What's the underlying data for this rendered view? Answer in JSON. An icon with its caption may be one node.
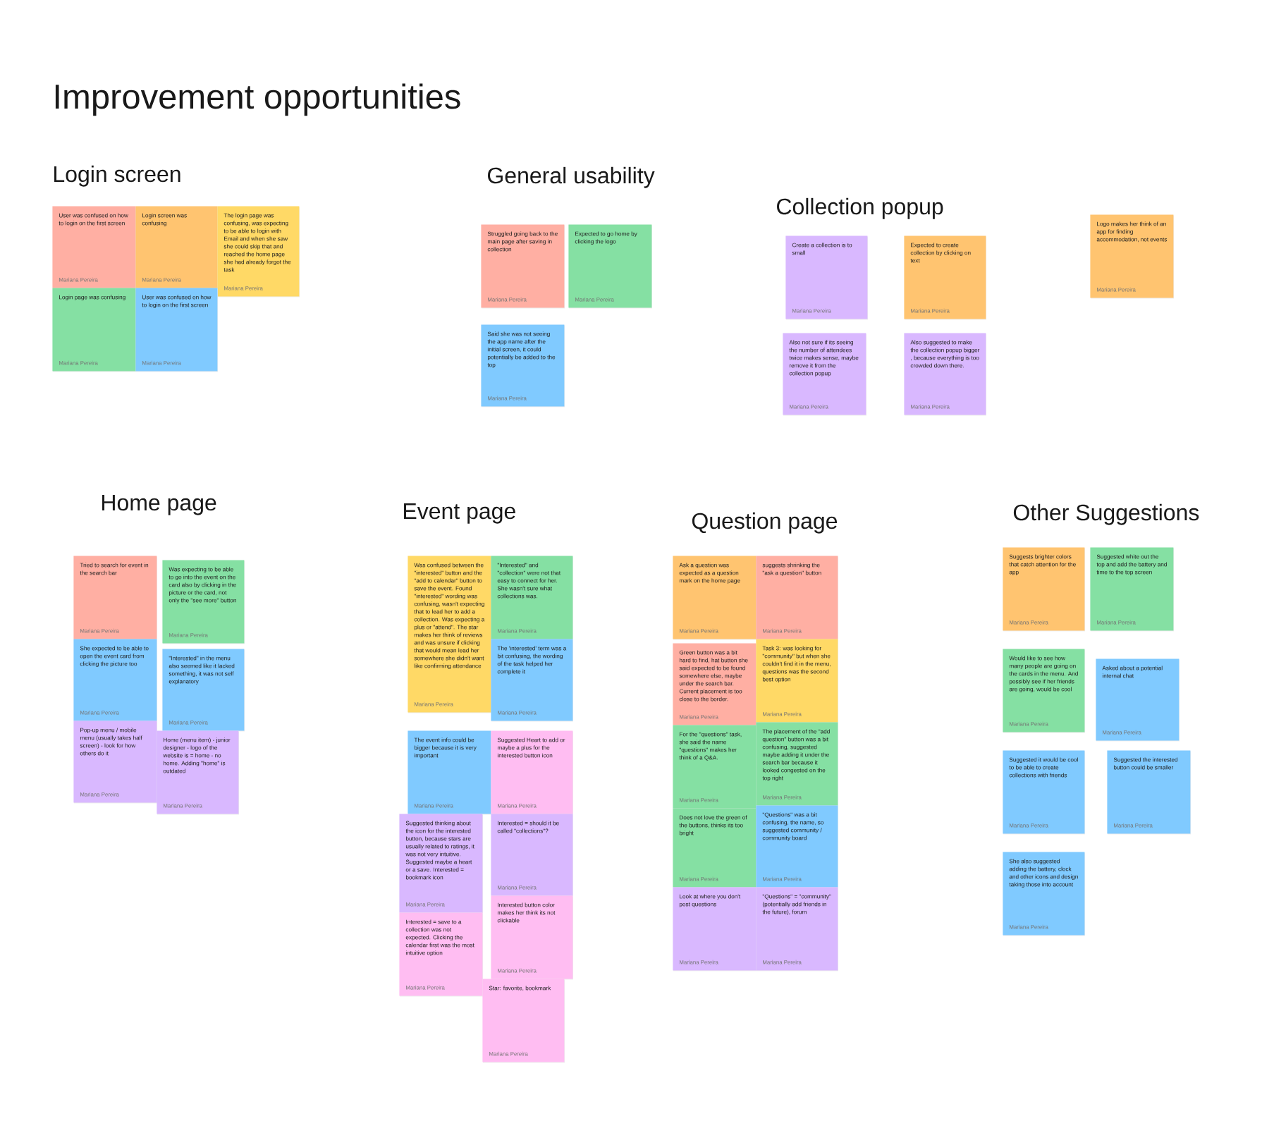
{
  "diagram": {
    "title": "Improvement opportunities",
    "nodes": [
      {
        "text": [
          "User was confused on how to login on the first screen",
          "Mariana Pereira"
        ]
      },
      {
        "text": [
          "Login screen was confusing",
          "Mariana Pereira"
        ]
      },
      {
        "text": [
          "The login page was confusing, was expecting to be able to login with Email and when she saw she could skip that and reached the home page she had already forgot the task",
          "Mariana Pereira"
        ]
      },
      {
        "text": [
          "Login page was confusing",
          "Mariana Pereira"
        ]
      },
      {
        "text": [
          "User was confused on how to login on the first screen",
          "Mariana Pereira"
        ]
      },
      {
        "text": [
          "Struggled going back to the main page after saving in collection",
          "Mariana Pereira"
        ]
      },
      {
        "text": [
          "Expected to go home by clicking the logo",
          "Mariana Pereira"
        ]
      },
      {
        "text": [
          "Said she was not seeing the app name after the initial screen, it could potentially be added to the top",
          "Mariana Pereira"
        ]
      },
      {
        "text": [
          "Create a collection is to small",
          "Mariana Pereira"
        ]
      },
      {
        "text": [
          "Expected to create collection by clicking on text",
          "Mariana Pereira"
        ]
      },
      {
        "text": [
          "Also not sure if its seeing the number of attendees twice makes sense, maybe remove it from the collection popup",
          "Mariana Pereira"
        ]
      },
      {
        "text": [
          "Also suggested to make the collection popup bigger , because everything is too crowded down there.",
          "Mariana Pereira"
        ]
      },
      {
        "text": [
          "Logo makes her think of an app for finding accommodation, not events",
          "Mariana Pereira"
        ]
      },
      {
        "text": [
          "Tried to search for event in the search bar",
          "Mariana Pereira"
        ]
      },
      {
        "text": [
          "Was expecting to be able to go into the event on the card also by clicking in the picture or the card, not only the \"see more\" button",
          "Mariana Pereira"
        ]
      },
      {
        "text": [
          "She expected to be able to open the event card from clicking the picture too",
          "Mariana Pereira"
        ]
      },
      {
        "text": [
          "\"Interested\" in the menu also seemed like it lacked something, it was not self explanatory",
          "Mariana Pereira"
        ]
      },
      {
        "text": [
          "Pop-up menu / mobile menu (usually takes half screen) - look for how others do it",
          "Mariana Pereira"
        ]
      },
      {
        "text": [
          "Home (menu item) - junior designer - logo of the website is = home - no home. Adding \"home\" is outdated",
          "Mariana Pereira"
        ]
      },
      {
        "text": [
          "Was confused between the \"interested\" button and the \"add to calendar\" button to save the event. Found \"interested\" wording was confusing, wasn't expecting that to lead her to add a collection. Was expecting a plus or \"attend\". The star makes her think of reviews and was unsure if clicking that would mean lead her somewhere she didn't want like confirming attendance",
          "Mariana Pereira"
        ]
      },
      {
        "text": [
          "\"Interested\" and \"collection\" were not that easy to connect for her. She wasn't sure what collections was.",
          "Mariana Pereira"
        ]
      },
      {
        "text": [
          "The 'interested' term was a bit confusing, the wording of the task helped her complete it",
          "Mariana Pereira"
        ]
      },
      {
        "text": [
          "The event info could be bigger because it is very important",
          "Mariana Pereira"
        ]
      },
      {
        "text": [
          "Suggested Heart to add or maybe a plus for the interested button icon",
          "Mariana Pereira"
        ]
      },
      {
        "text": [
          "Suggested thinking about the icon for the interested button, because stars are usually related to ratings, it was not very intuitive. Suggested maybe a heart or a save. Interested = bookmark icon",
          "Mariana Pereira"
        ]
      },
      {
        "text": [
          "Interested = should it be called \"collections\"?",
          "Mariana Pereira"
        ]
      },
      {
        "text": [
          "Interested = save to a collection was not expected. Clicking the calendar first was the most intuitive option",
          "Mariana Pereira"
        ]
      },
      {
        "text": [
          "Interested button color makes her think its not clickable",
          "Mariana Pereira"
        ]
      },
      {
        "text": [
          "Star: favorite, bookmark",
          "Mariana Pereira"
        ]
      },
      {
        "text": [
          "Ask a question was expected as a question mark on the home page",
          "Mariana Pereira"
        ]
      },
      {
        "text": [
          "suggests shrinking the \"ask a question\" button",
          "Mariana Pereira"
        ]
      },
      {
        "text": [
          "Green button was a bit hard to find, hat button she said expected to be found somewhere else, maybe under the search bar. Current placement is too close to the border.",
          "Mariana Pereira"
        ]
      },
      {
        "text": [
          "Task 3: was looking for \"community\" but when she couldn't find it in the menu, questions was the second best option",
          "Mariana Pereira"
        ]
      },
      {
        "text": [
          "For the \"questions\" task, she said the name \"questions\" makes her think of a Q&A.",
          "Mariana Pereira"
        ]
      },
      {
        "text": [
          "The placement of the \"add question\" button was a bit confusing, suggested maybe adding it under the search bar because it looked congested on the top right",
          "Mariana Pereira"
        ]
      },
      {
        "text": [
          "Does not love the green of the buttons, thinks its too bright",
          "Mariana Pereira"
        ]
      },
      {
        "text": [
          "\"Questions\" was a bit confusing, the name, so suggested community / community board",
          "Mariana Pereira"
        ]
      },
      {
        "text": [
          "Look at where you don't post questions",
          "Mariana Pereira"
        ]
      },
      {
        "text": [
          "\"Questions\" = \"community\" (potentially add friends in the future), forum",
          "Mariana Pereira"
        ]
      },
      {
        "text": [
          "Suggests brighter colors that catch attention for the app",
          "Mariana Pereira"
        ]
      },
      {
        "text": [
          "Suggested white out the top and add the battery and time to the top screen",
          "Mariana Pereira"
        ]
      },
      {
        "text": [
          "Would like to see how many people are going on the cards in the menu. And possibly see if her friends are going, would be cool",
          "Mariana Pereira"
        ]
      },
      {
        "text": [
          "Asked about a potential internal chat",
          "Mariana Pereira"
        ]
      },
      {
        "text": [
          "Suggested it would be cool to be able to create collections with friends",
          "Mariana Pereira"
        ]
      },
      {
        "text": [
          "Suggested the interested button could be smaller",
          "Mariana Pereira"
        ]
      },
      {
        "text": [
          "She also suggested adding the battery, clock and other icons and design taking those into account",
          "Mariana Pereira"
        ]
      }
    ],
    "labels": [
      "Login screen",
      "General usability",
      "Collection popup",
      "Home page",
      "Event page",
      "Question page",
      "Other Suggestions"
    ]
  }
}
